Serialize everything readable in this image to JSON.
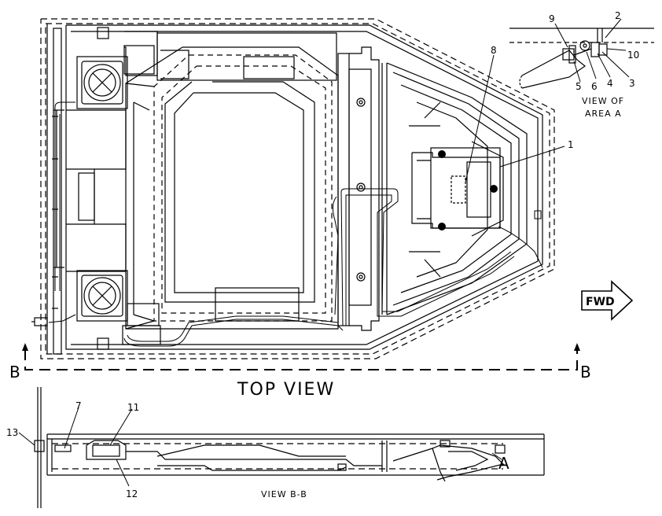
{
  "title": "TOP VIEW",
  "section_caption": "VIEW B-B",
  "detail_caption": [
    "VIEW OF",
    "AREA A"
  ],
  "direction_arrow": "FWD",
  "section_markers": [
    "B",
    "B"
  ],
  "area_marker": "A",
  "callouts": {
    "c1": "1",
    "c2": "2",
    "c3": "3",
    "c4": "4",
    "c5": "5",
    "c6": "6",
    "c7": "7",
    "c8": "8",
    "c9": "9",
    "c10": "10",
    "c11": "11",
    "c12": "12",
    "c13": "13"
  },
  "colors": {
    "ink": "#000000",
    "paper": "#ffffff"
  }
}
